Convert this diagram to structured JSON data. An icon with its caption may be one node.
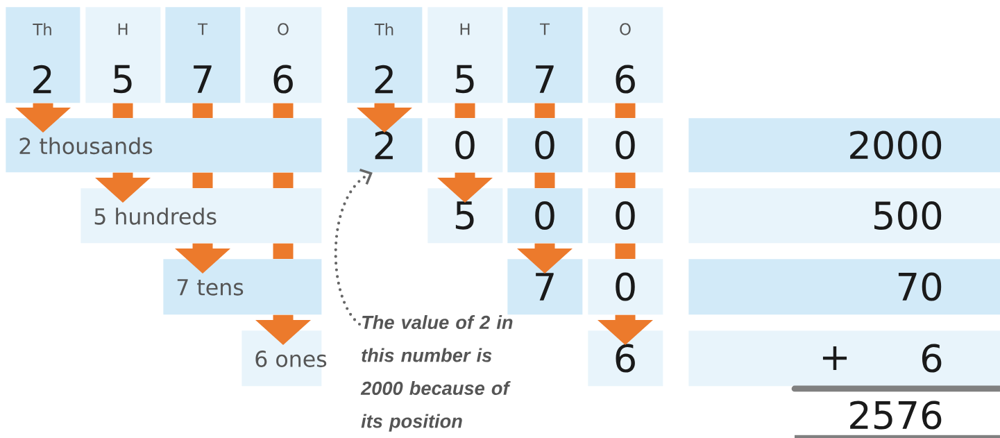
{
  "diagram": {
    "nodes": [
      {
        "text": [
          "Th",
          "2"
        ]
      },
      {
        "text": [
          "H",
          "5"
        ]
      },
      {
        "text": [
          "T",
          "7"
        ]
      },
      {
        "text": [
          "O",
          "6"
        ]
      },
      {
        "text": [
          "2 thousands"
        ]
      },
      {
        "text": [
          "5 hundreds"
        ]
      },
      {
        "text": [
          "7 tens"
        ]
      },
      {
        "text": [
          "6 ones"
        ]
      },
      {
        "text": [
          "Th",
          "2"
        ]
      },
      {
        "text": [
          "H",
          "5"
        ]
      },
      {
        "text": [
          "T",
          "7"
        ]
      },
      {
        "text": [
          "O",
          "6"
        ]
      },
      {
        "text": [
          "2"
        ]
      },
      {
        "text": [
          "0"
        ]
      },
      {
        "text": [
          "0"
        ]
      },
      {
        "text": [
          "0"
        ]
      },
      {
        "text": [
          "5"
        ]
      },
      {
        "text": [
          "0"
        ]
      },
      {
        "text": [
          "0"
        ]
      },
      {
        "text": [
          "7"
        ]
      },
      {
        "text": [
          "0"
        ]
      },
      {
        "text": [
          "6"
        ]
      },
      {
        "text": [
          "2000"
        ]
      },
      {
        "text": [
          "500"
        ]
      },
      {
        "text": [
          "70"
        ]
      },
      {
        "text": [
          "+",
          "6"
        ]
      },
      {
        "text": [
          "The value of 2 in this number is 2000 because of its position"
        ]
      }
    ],
    "edges": [
      {
        "from": 0,
        "to": 4,
        "arrow": "to"
      },
      {
        "from": 1,
        "to": 4,
        "arrow": "none"
      },
      {
        "from": 2,
        "to": 4,
        "arrow": "none"
      },
      {
        "from": 3,
        "to": 4,
        "arrow": "none"
      },
      {
        "from": 4,
        "to": 5,
        "arrow": "to"
      },
      {
        "from": 4,
        "to": 5,
        "arrow": "none"
      },
      {
        "from": 4,
        "to": 5,
        "arrow": "none"
      },
      {
        "from": 5,
        "to": 6,
        "arrow": "to"
      },
      {
        "from": 5,
        "to": 6,
        "arrow": "none"
      },
      {
        "from": 6,
        "to": 7,
        "arrow": "to"
      },
      {
        "from": 8,
        "to": 12,
        "arrow": "to"
      },
      {
        "from": 9,
        "to": 13,
        "arrow": "none"
      },
      {
        "from": 10,
        "to": 14,
        "arrow": "none"
      },
      {
        "from": 11,
        "to": 15,
        "arrow": "none"
      },
      {
        "from": 13,
        "to": 16,
        "arrow": "to"
      },
      {
        "from": 14,
        "to": 17,
        "arrow": "none"
      },
      {
        "from": 15,
        "to": 18,
        "arrow": "none"
      },
      {
        "from": 17,
        "to": 19,
        "arrow": "to"
      },
      {
        "from": 18,
        "to": 20,
        "arrow": "none"
      },
      {
        "from": 20,
        "to": 21,
        "arrow": "to"
      },
      {
        "from": 26,
        "to": 12,
        "arrow": "to",
        "style": "dashed",
        "color": "#666666"
      }
    ],
    "labels": [
      "2576"
    ]
  }
}
